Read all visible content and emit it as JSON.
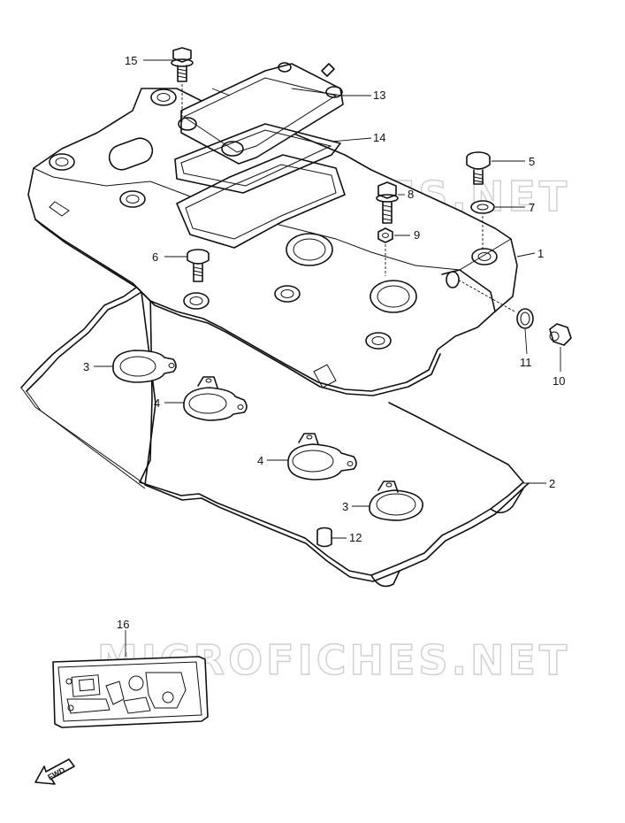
{
  "watermark": "MICROFICHES.NET",
  "fwd_label": "FWD",
  "callouts": {
    "c15": "15",
    "c13": "13",
    "c14": "14",
    "c5": "5",
    "c8": "8",
    "c7": "7",
    "c9": "9",
    "c1": "1",
    "c6": "6",
    "c11": "11",
    "c10": "10",
    "c3a": "3",
    "c4a": "4",
    "c4b": "4",
    "c3b": "3",
    "c2": "2",
    "c12": "12",
    "c16": "16"
  }
}
